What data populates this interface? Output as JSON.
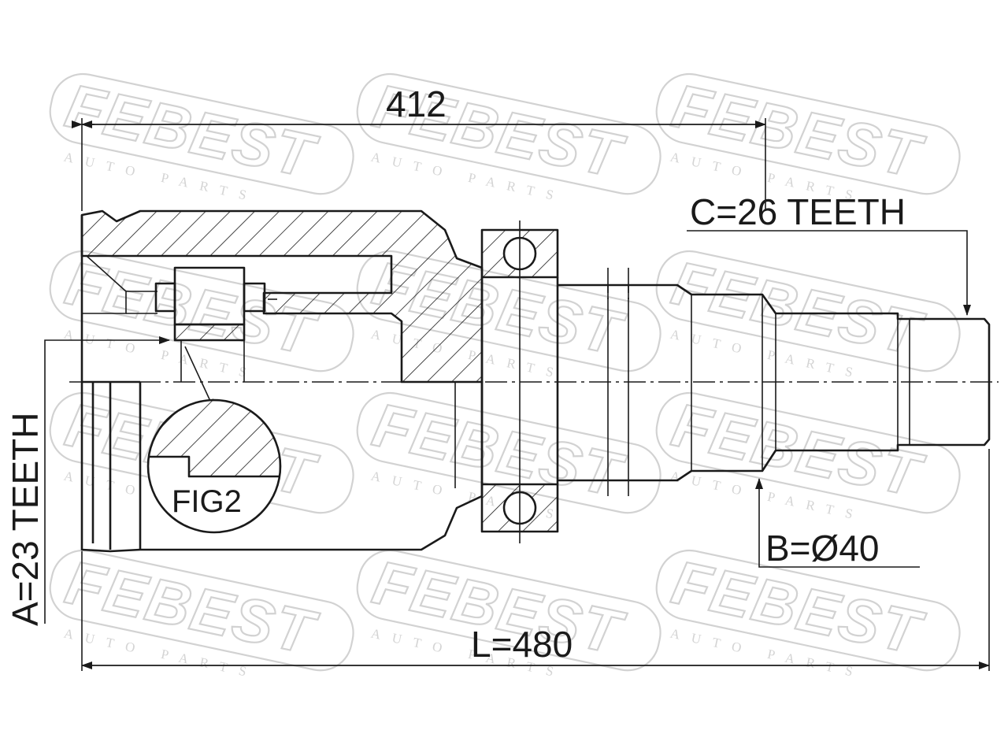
{
  "watermark": {
    "brand": "FEBEST",
    "sub": "AUTO PARTS"
  },
  "dimensions": {
    "length_412": "412",
    "teeth_c": "C=26 TEETH",
    "teeth_a": "A=23 TEETH",
    "diameter_b": "B=Ø40",
    "length_l": "L=480",
    "fig_label": "FIG2"
  }
}
